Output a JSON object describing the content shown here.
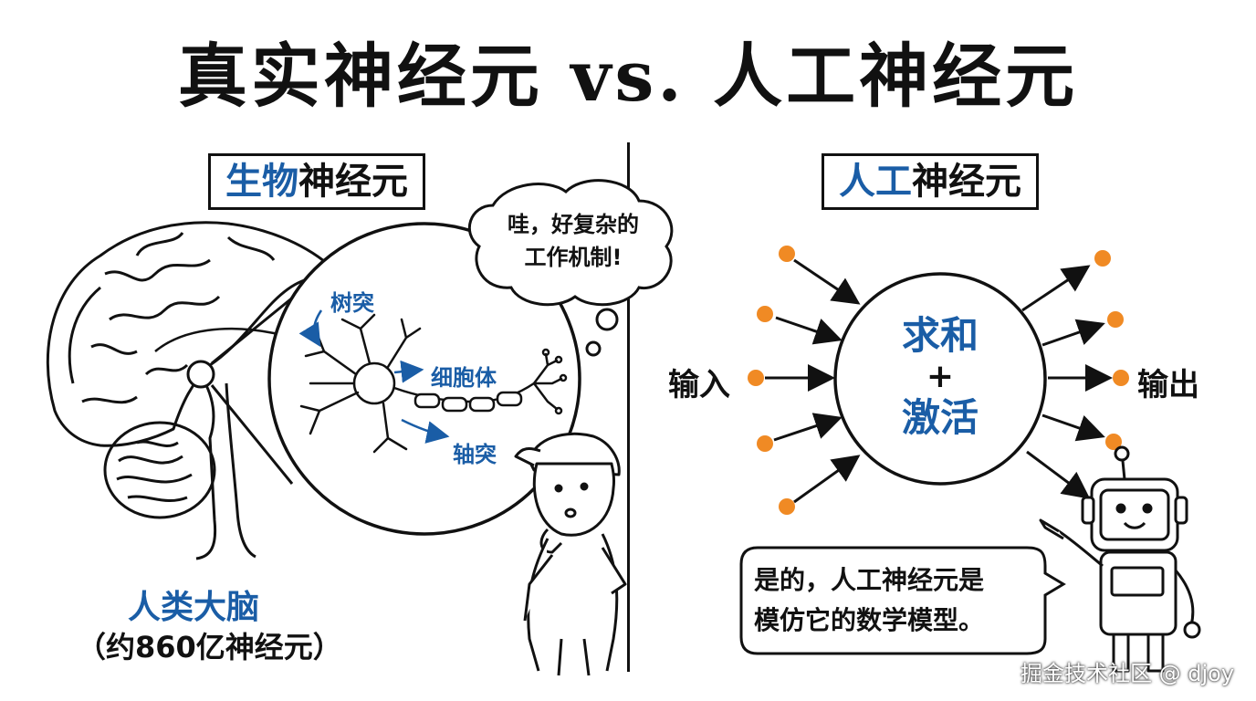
{
  "title": {
    "main": "真实神经元",
    "vs": " vs. ",
    "right": "人工神经元"
  },
  "left_panel": {
    "title_blue": "生物",
    "title_black": "神经元",
    "labels": {
      "dendrite": "树突",
      "soma": "细胞体",
      "axon": "轴突"
    },
    "thought": {
      "line1": "哇，好复杂的",
      "line2": "工作机制!"
    },
    "brain_label": "人类大脑",
    "brain_sub": "（约860亿神经元）"
  },
  "right_panel": {
    "title_blue": "人工",
    "title_black": "神经元",
    "input_label": "输入",
    "output_label": "输出",
    "core": {
      "line1": "求和",
      "plus": "+",
      "line2": "激活"
    },
    "speech": {
      "line1": "是的，人工神经元是",
      "line2": "模仿它的数学模型。"
    }
  },
  "watermark": "掘金技术社区 @ djoy",
  "colors": {
    "accent_blue": "#1a5da6",
    "node_orange": "#f08a24",
    "ink": "#111111"
  }
}
